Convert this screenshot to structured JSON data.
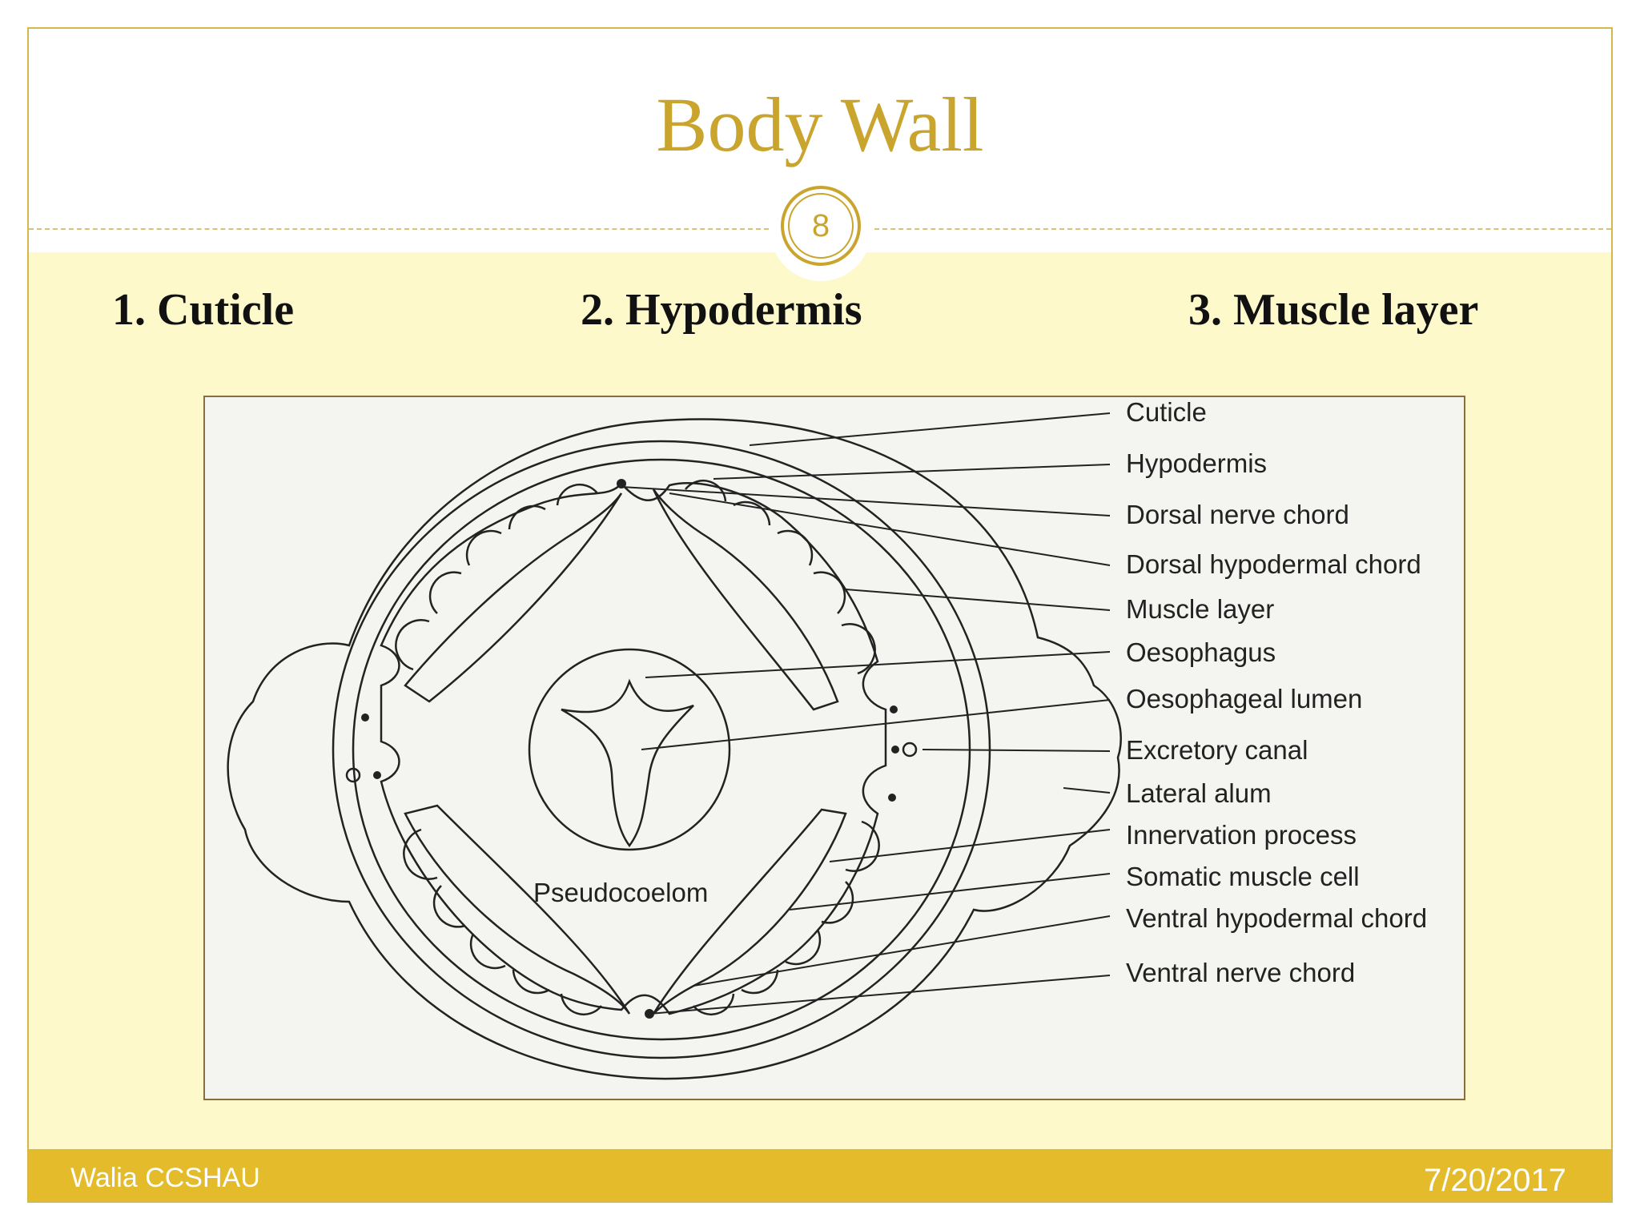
{
  "slide": {
    "title": "Body Wall",
    "page_number": "8",
    "topics": [
      "1. Cuticle",
      "2. Hypodermis",
      "3. Muscle layer"
    ],
    "footer_author": "Walia CCSHAU",
    "footer_date": "7/20/2017"
  },
  "diagram": {
    "inner_label": "Pseudocoelom",
    "labels": [
      "Cuticle",
      "Hypodermis",
      "Dorsal nerve chord",
      "Dorsal hypodermal chord",
      "Muscle layer",
      "Oesophagus",
      "Oesophageal lumen",
      "Excretory canal",
      "Lateral alum",
      "Innervation process",
      "Somatic muscle cell",
      "Ventral hypodermal chord",
      "Ventral nerve chord"
    ]
  },
  "colors": {
    "accent": "#c9a52d",
    "footer": "#e4bb2a",
    "content_bg": "#fdf9cb"
  }
}
